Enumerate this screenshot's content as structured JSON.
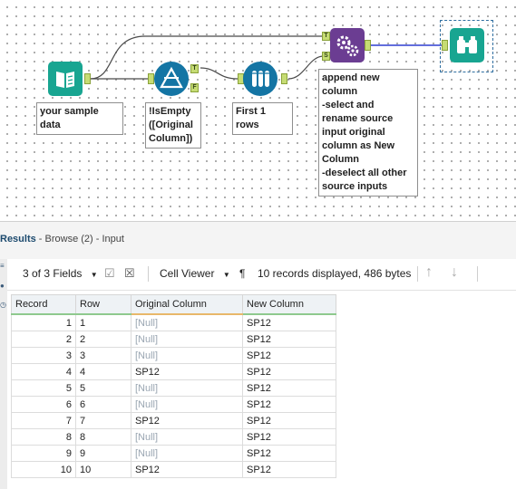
{
  "workflow": {
    "tools": {
      "input": {
        "icon": "book-input-icon",
        "color": "#18a591"
      },
      "filter": {
        "icon": "filter-triangle-icon",
        "color": "#1475a4",
        "anchor_true": "T",
        "anchor_false": "F"
      },
      "sample": {
        "icon": "test-tubes-icon",
        "color": "#1475a4"
      },
      "append": {
        "icon": "gears-icon",
        "color": "#6b3d92",
        "anchor_target": "T",
        "anchor_source": "S"
      },
      "browse": {
        "icon": "binoculars-icon",
        "color": "#18a591"
      }
    },
    "annotations": {
      "input": "your sample data",
      "filter": "!IsEmpty\n([Original\nColumn])",
      "sample": "First 1 rows",
      "append": "append new\ncolumn\n-select and\nrename source\ninput original\ncolumn as New\nColumn\n-deselect all other\nsource inputs"
    }
  },
  "results": {
    "title": "Results",
    "subtitle": " - Browse (2) - Input"
  },
  "toolbar": {
    "fields_label": "3 of 3 Fields",
    "viewer_label": "Cell Viewer",
    "pilcrow": "¶",
    "records_info": "10 records displayed, 486 bytes"
  },
  "table": {
    "columns": [
      "Record",
      "Row",
      "Original Column",
      "New Column"
    ],
    "rows": [
      [
        "1",
        "1",
        "[Null]",
        "SP12"
      ],
      [
        "2",
        "2",
        "[Null]",
        "SP12"
      ],
      [
        "3",
        "3",
        "[Null]",
        "SP12"
      ],
      [
        "4",
        "4",
        "SP12",
        "SP12"
      ],
      [
        "5",
        "5",
        "[Null]",
        "SP12"
      ],
      [
        "6",
        "6",
        "[Null]",
        "SP12"
      ],
      [
        "7",
        "7",
        "SP12",
        "SP12"
      ],
      [
        "8",
        "8",
        "[Null]",
        "SP12"
      ],
      [
        "9",
        "9",
        "[Null]",
        "SP12"
      ],
      [
        "10",
        "10",
        "SP12",
        "SP12"
      ]
    ]
  }
}
